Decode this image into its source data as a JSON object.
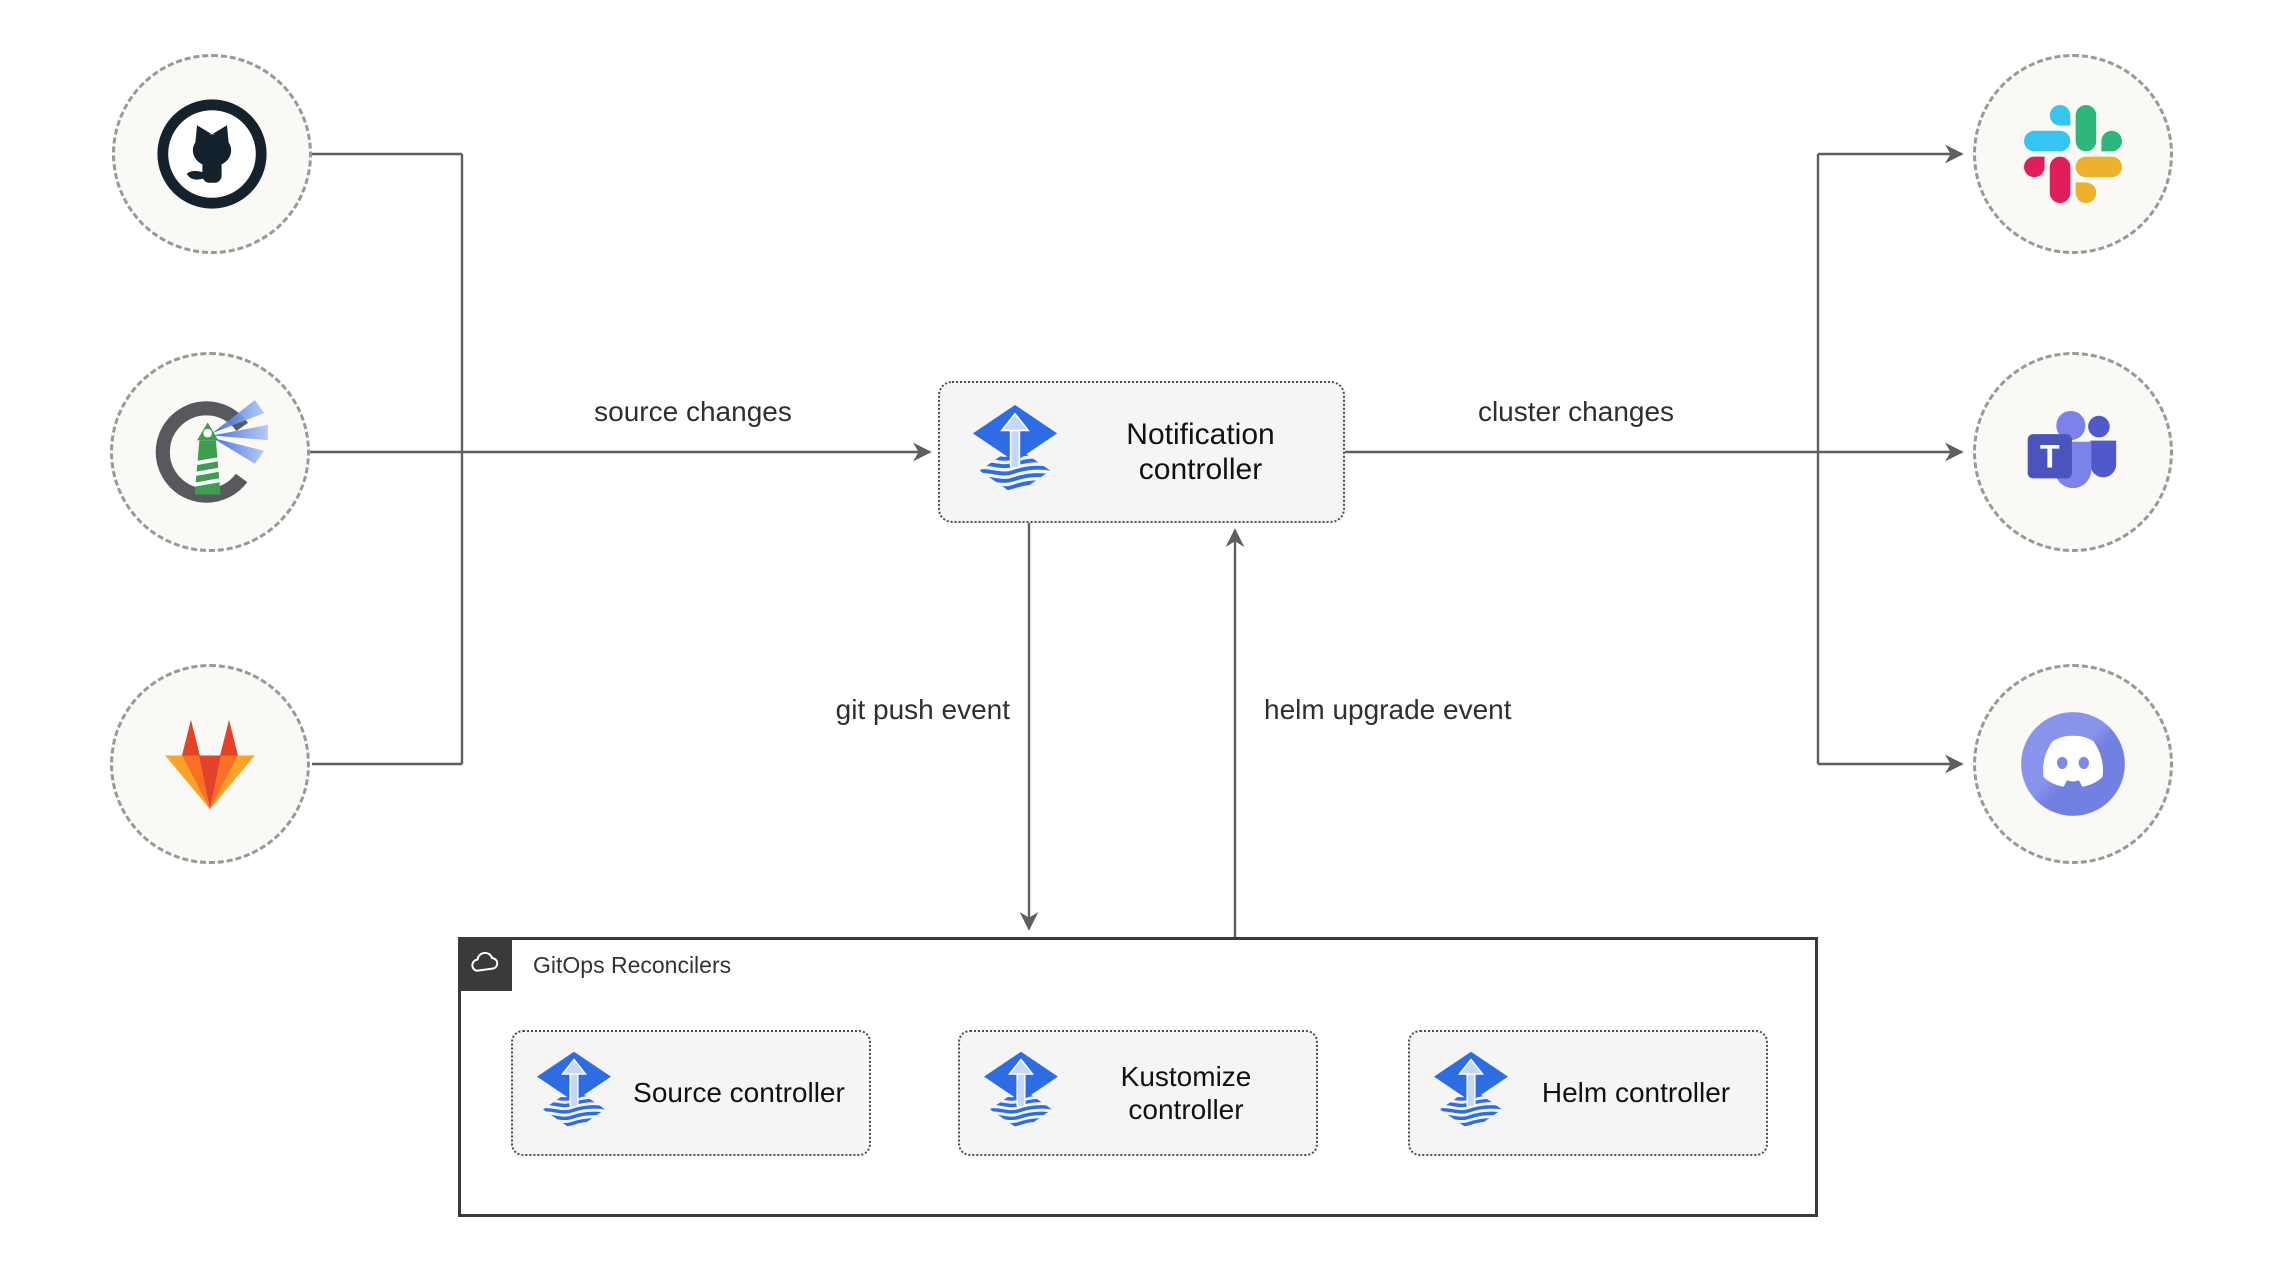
{
  "diagram": {
    "title_hint": "Flux notification-controller flow diagram",
    "edges": {
      "source_changes": "source changes",
      "cluster_changes": "cluster changes",
      "git_push_event": "git push event",
      "helm_upgrade_event": "helm upgrade event"
    },
    "notification_controller": {
      "label": "Notification controller"
    },
    "reconcilers": {
      "title": "GitOps Reconcilers",
      "controllers": [
        {
          "label": "Source controller"
        },
        {
          "label": "Kustomize controller"
        },
        {
          "label": "Helm controller"
        }
      ]
    },
    "source_icons": [
      {
        "name": "github-icon"
      },
      {
        "name": "harbor-icon"
      },
      {
        "name": "gitlab-icon"
      }
    ],
    "alert_provider_icons": [
      {
        "name": "slack-icon"
      },
      {
        "name": "microsoft-teams-icon"
      },
      {
        "name": "discord-icon"
      }
    ],
    "teams_letter": "T",
    "colors": {
      "flux_blue": "#2e6ce4",
      "flux_light_blue": "#c5d8f9",
      "wire_gray": "#5f5f5f",
      "box_fill": "#f5f5f5",
      "circle_fill": "#faf9f6",
      "container_dark": "#3a3a3a",
      "slack_blue": "#36C5F0",
      "slack_green": "#2EB67D",
      "slack_red": "#E01E5A",
      "slack_yellow": "#ECB22E",
      "gitlab_red": "#E24329",
      "gitlab_orange": "#FC6D26",
      "gitlab_yellow": "#FCA326",
      "teams_indigo": "#4B53BC",
      "teams_light": "#7B83EB",
      "teams_mid": "#5059C9",
      "discord_blurple": "#7d89e6",
      "harbor_green": "#3d9e4f",
      "harbor_gray": "#57595e",
      "harbor_beam_blue": "#4a7cf0",
      "github_dark": "#14222e"
    }
  }
}
